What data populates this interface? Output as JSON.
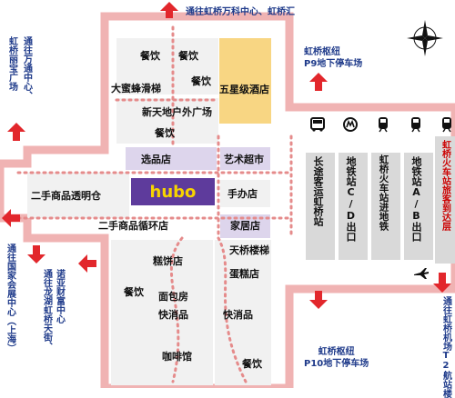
{
  "colors": {
    "corridor": "#f4c6c6",
    "corridor_border": "#e98a8a",
    "block": "#f1f1f1",
    "store_purple": "#ddd5ec",
    "hotel_yellow": "#f8d683",
    "hubo_bg": "#5e3b9c",
    "hubo_text": "#f7d400",
    "arrow_red": "#e2272c",
    "transit_gray": "#d9d9d9",
    "exit_text": "#1e3a8a",
    "dots": "#e58b8b"
  },
  "exits": {
    "top": "通往虹桥万科中心、虹桥汇",
    "top_right_line1": "虹桥枢纽",
    "top_right_line2": "P9地下停车场",
    "left": "虹桥丽宝广场",
    "left2": "通往万通中心、",
    "bottom_left": "通往国家会展中心（上海）",
    "bottom_left2": "通往龙湖虹桥天街、",
    "bottom_left3": "诺亚财富中心",
    "bottom_mid_line1": "虹桥枢纽",
    "bottom_mid_line2": "P10地下停车场",
    "bottom_right": "通往虹桥机场T2航站楼"
  },
  "places": {
    "canyin1": "餐饮",
    "canyin2": "餐饮",
    "canyin3": "餐饮",
    "canyin4": "餐饮",
    "canyin5": "餐饮",
    "canyin6": "餐饮",
    "slide": "大蜜蜂滑梯",
    "hotel": "五星级酒店",
    "outdoor": "新天地户外广场",
    "xuanpin": "选品店",
    "art": "艺术超市",
    "secondhand_warehouse": "二手商品透明仓",
    "hubo": "hubo",
    "handmade": "手办店",
    "secondhand_cycle": "二手商品循环店",
    "home": "家居店",
    "escalator": "天桥楼梯",
    "cake_shop": "糕饼店",
    "cake": "蛋糕店",
    "bakery": "面包房",
    "fast1": "快消品",
    "fast2": "快消品",
    "coffee": "咖啡馆"
  },
  "transit": {
    "coach": "长途客运虹桥站",
    "metro_cd": "地铁站C/D出口",
    "rail_to_metro": "虹桥火车站进地铁",
    "metro_ab": "地铁站A/B出口",
    "rail_arrival": "虹桥火车站旅客到达层"
  },
  "icons": [
    "compass-rose-icon",
    "bus-icon",
    "metro-icon",
    "train-icon",
    "train-icon",
    "train-icon",
    "airplane-icon"
  ]
}
